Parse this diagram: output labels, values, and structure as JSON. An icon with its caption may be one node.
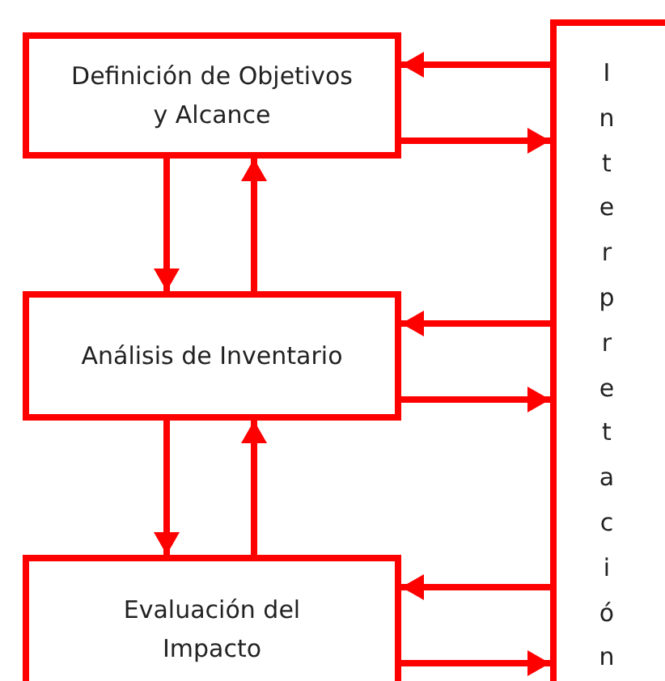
{
  "diagram": {
    "nodes": [
      {
        "text": [
          "Definición de Objetivos y Alcance"
        ]
      },
      {
        "text": [
          "Análisis de Inventario"
        ]
      },
      {
        "text": [
          "Evaluación del Impacto"
        ]
      },
      {
        "text": [
          "Interpretación"
        ]
      }
    ],
    "edges": [
      {
        "from": 0,
        "to": 1,
        "arrow": "to"
      },
      {
        "from": 1,
        "to": 0,
        "arrow": "to"
      },
      {
        "from": 3,
        "to": 0,
        "arrow": "to"
      },
      {
        "from": 0,
        "to": 3,
        "arrow": "to"
      },
      {
        "from": 3,
        "to": 1,
        "arrow": "to"
      },
      {
        "from": 1,
        "to": 3,
        "arrow": "to"
      },
      {
        "from": 1,
        "to": 2,
        "arrow": "to"
      },
      {
        "from": 2,
        "to": 1,
        "arrow": "to"
      },
      {
        "from": 3,
        "to": 2,
        "arrow": "to"
      },
      {
        "from": 2,
        "to": 3,
        "arrow": "to"
      }
    ]
  }
}
